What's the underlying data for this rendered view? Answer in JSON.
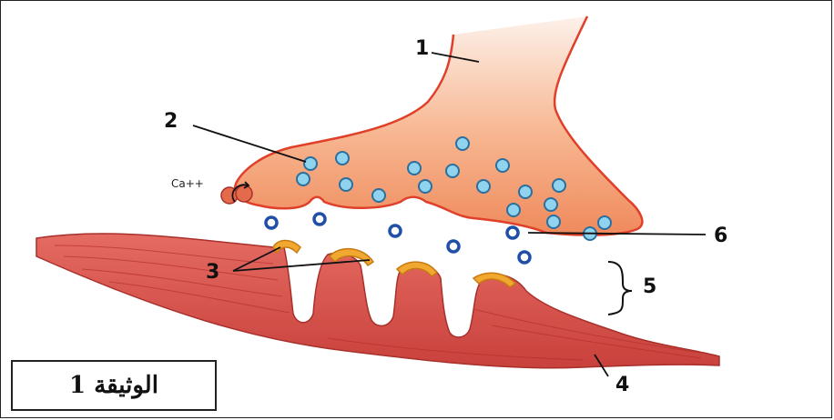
{
  "labels": {
    "l1": "1",
    "l2": "2",
    "l3": "3",
    "l4": "4",
    "l5": "5",
    "l6": "6",
    "calcium": "Ca++"
  },
  "caption": "الوثيقة 1",
  "colors": {
    "neuron_fill": "#f29a72",
    "neuron_edge": "#e0402a",
    "muscle_fill": "#d9534f",
    "muscle_stripe": "#b7302c",
    "vesicle_fill": "#8fd3ee",
    "vesicle_edge": "#2a6f9e",
    "released_fill": "#1f4fa6",
    "receptor": "#f0a830"
  }
}
